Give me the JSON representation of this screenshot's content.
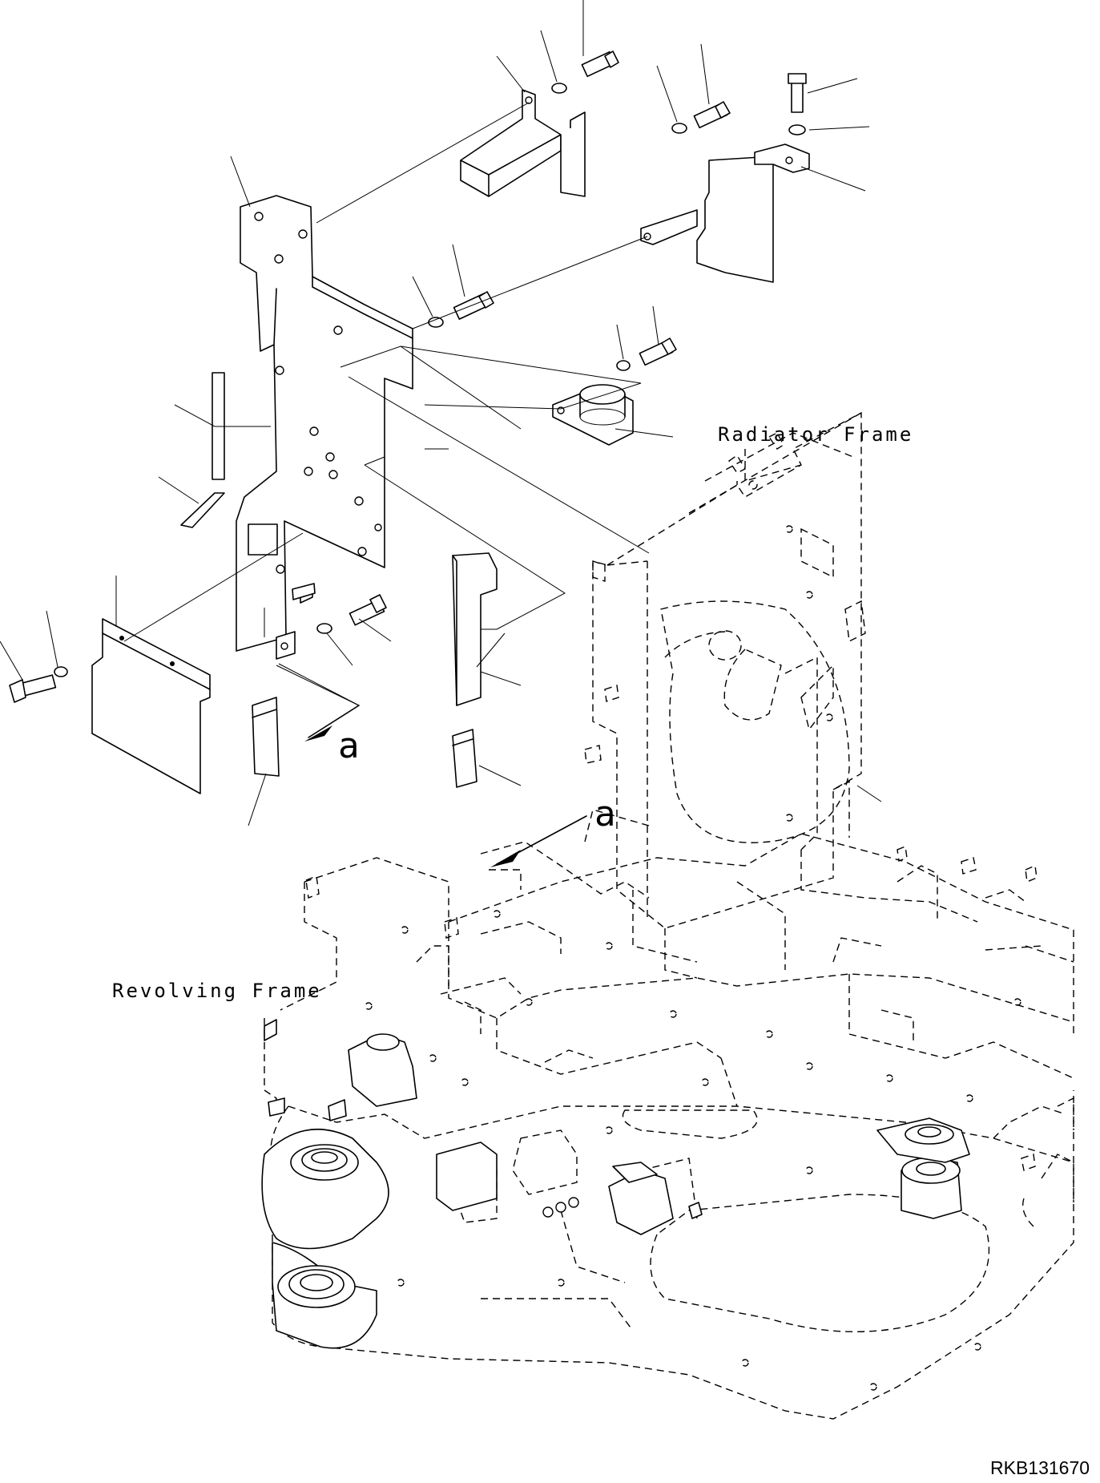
{
  "labels": {
    "radiator_frame": "Radiator Frame",
    "revolving_frame": "Revolving Frame",
    "view_marker_upper": "a",
    "view_marker_lower": "a",
    "drawing_number": "RKB131670"
  }
}
